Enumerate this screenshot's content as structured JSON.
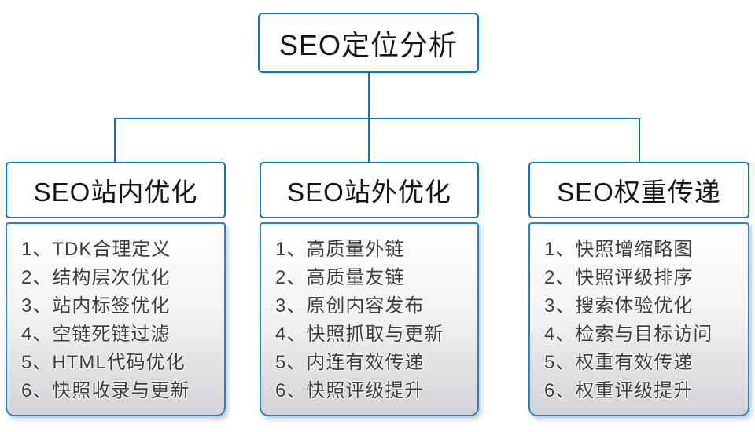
{
  "diagram": {
    "root": {
      "title": "SEO定位分析"
    },
    "columns": [
      {
        "title": "SEO站内优化",
        "items": [
          "1、TDK合理定义",
          "2、结构层次优化",
          "3、站内标签优化",
          "4、空链死链过滤",
          "5、HTML代码优化",
          "6、快照收录与更新"
        ]
      },
      {
        "title": "SEO站外优化",
        "items": [
          "1、高质量外链",
          "2、高质量友链",
          "3、原创内容发布",
          "4、快照抓取与更新",
          "5、内连有效传递",
          "6、快照评级提升"
        ]
      },
      {
        "title": "SEO权重传递",
        "items": [
          "1、快照增缩略图",
          "2、快照评级排序",
          "3、搜索体验优化",
          "4、检索与目标访问",
          "5、权重有效传递",
          "6、权重评级提升"
        ]
      }
    ],
    "colors": {
      "connector_line": "#0b74c0",
      "box_border": "#0b74c0",
      "body_border": "#2f7fc1",
      "body_gradient_top": "#fefefe",
      "body_gradient_bottom": "#d2d4d7",
      "text": "#3d3d3d"
    }
  }
}
